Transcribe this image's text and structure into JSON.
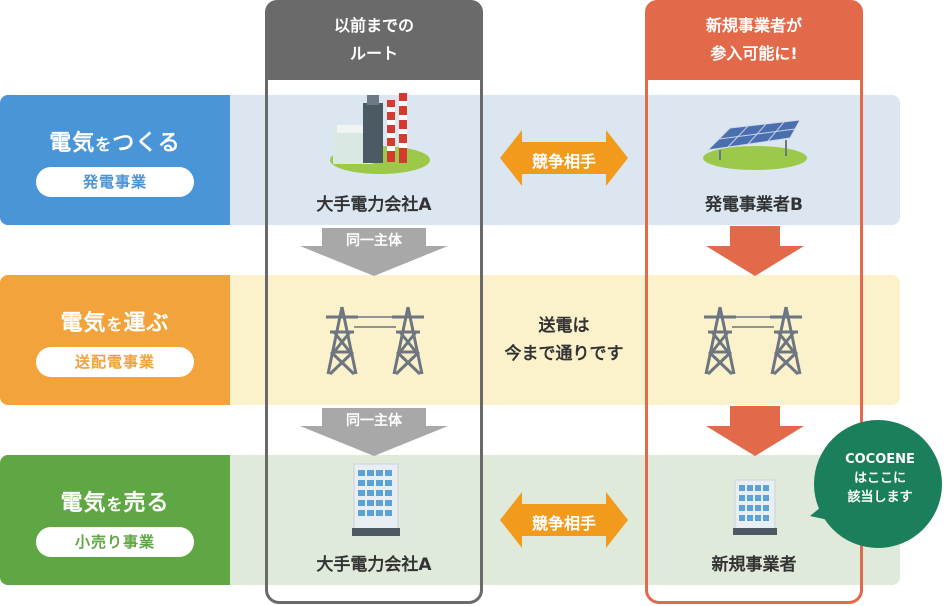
{
  "rows": [
    {
      "title_main": "電気",
      "title_particle": "を",
      "title_rest": "つくる",
      "pill": "発電事業",
      "color": "#4a94d8",
      "bg": "#dbe6f1"
    },
    {
      "title_main": "電気",
      "title_particle": "を",
      "title_rest": "運ぶ",
      "pill": "送配電事業",
      "color": "#f2a33c",
      "bg": "#fbf2cc"
    },
    {
      "title_main": "電気",
      "title_particle": "を",
      "title_rest": "売る",
      "pill": "小売り事業",
      "color": "#5fa744",
      "bg": "#dfeada"
    }
  ],
  "left_column": {
    "header_line1": "以前までの",
    "header_line2": "ルート",
    "color": "#6a6a6a"
  },
  "right_column": {
    "header_line1": "新規事業者が",
    "header_line2": "参入可能に!",
    "color": "#e2694a"
  },
  "generation": {
    "left_caption": "大手電力会社A",
    "right_caption": "発電事業者B",
    "middle_label": "競争相手"
  },
  "transmission": {
    "middle_line1": "送電は",
    "middle_line2": "今まで通りです"
  },
  "retail": {
    "left_caption": "大手電力会社A",
    "right_caption": "新規事業者",
    "middle_label": "競争相手"
  },
  "same_entity_label": "同一主体",
  "callout": {
    "line1": "COCOENE",
    "line2": "はここに",
    "line3": "該当します",
    "color": "#1a7f5a"
  },
  "icons": [
    "power-plant-icon",
    "solar-panel-icon",
    "transmission-tower-icon",
    "office-building-icon"
  ],
  "accent_orange": "#f29a1c"
}
